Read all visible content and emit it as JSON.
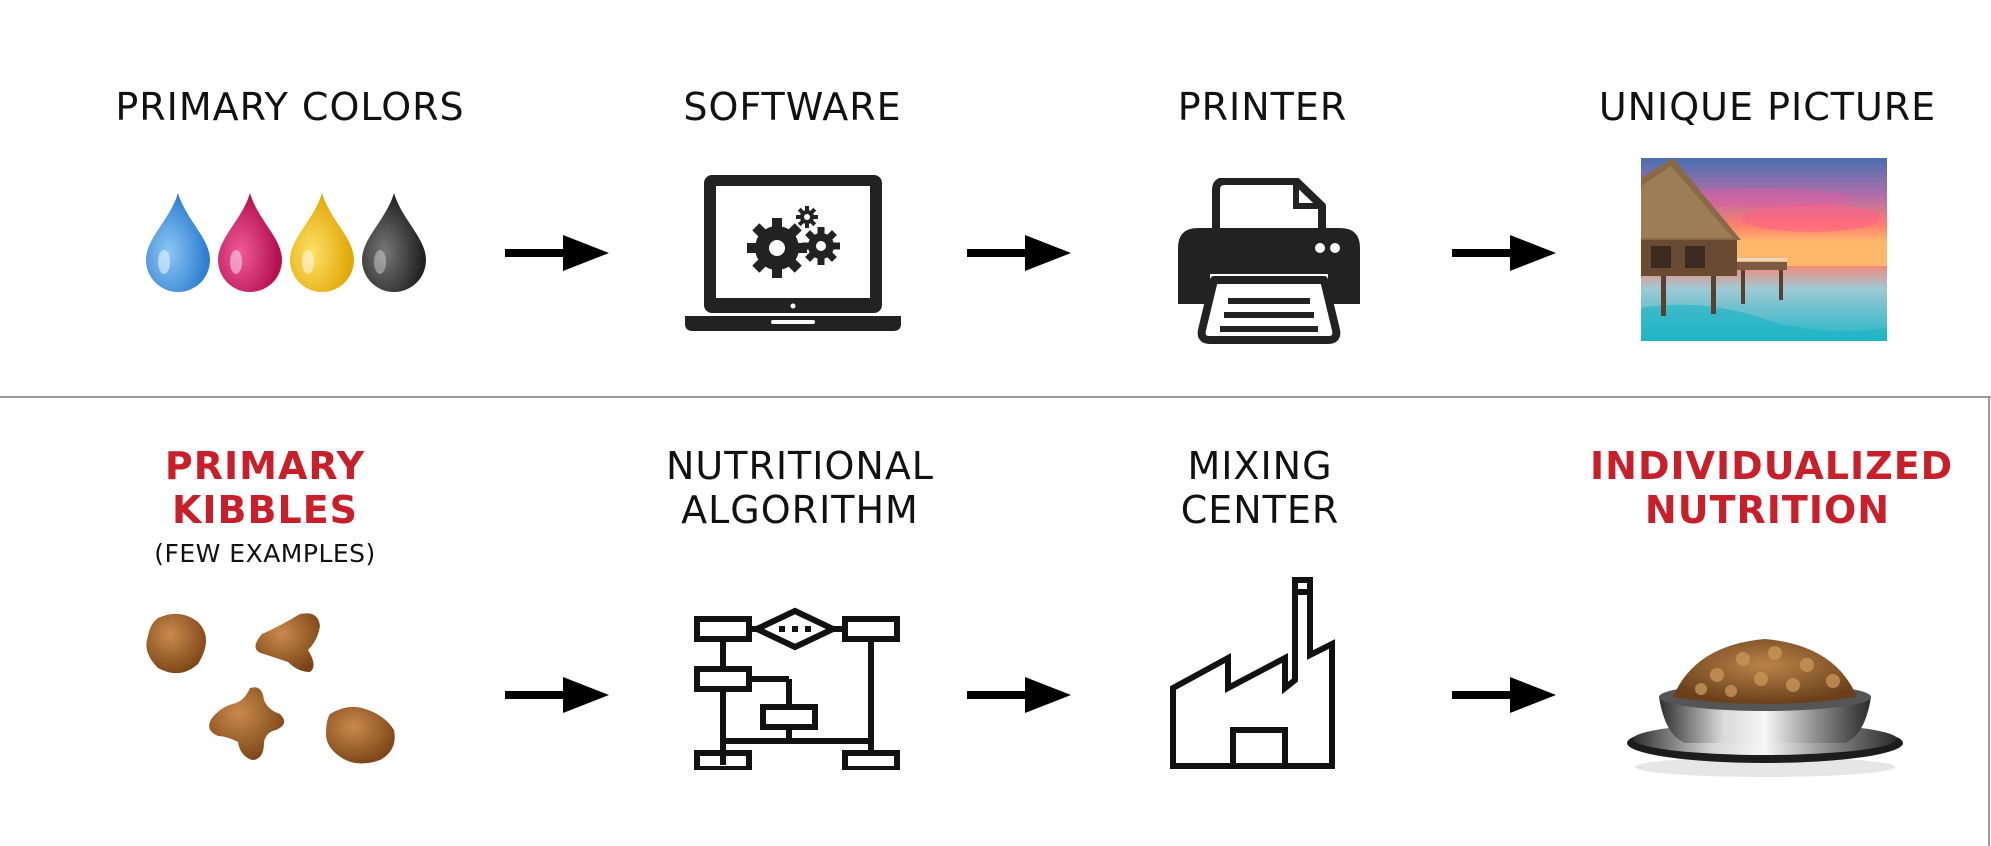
{
  "top_row": {
    "steps": [
      {
        "label": "PRIMARY COLORS"
      },
      {
        "label": "SOFTWARE"
      },
      {
        "label": "PRINTER"
      },
      {
        "label": "UNIQUE PICTURE"
      }
    ]
  },
  "bottom_row": {
    "steps": [
      {
        "label_line1": "PRIMARY",
        "label_line2": "KIBBLES",
        "note": "(FEW EXAMPLES)"
      },
      {
        "label_line1": "NUTRITIONAL",
        "label_line2": "ALGORITHM"
      },
      {
        "label_line1": "MIXING",
        "label_line2": "CENTER"
      },
      {
        "label_line1": "INDIVIDUALIZED",
        "label_line2": "NUTRITION"
      }
    ]
  },
  "colors": {
    "highlight": "#c8202b",
    "ink_cyan": "#3d8fdc",
    "ink_magenta": "#d31a6c",
    "ink_yellow": "#f1c21b",
    "ink_black": "#3a3a3a",
    "kibble": "#9a5a25",
    "divider": "#9a9a9a"
  },
  "icons": [
    "ink-drops-icon",
    "laptop-gears-icon",
    "printer-icon",
    "beach-photo",
    "kibbles-icon",
    "flowchart-icon",
    "factory-icon",
    "food-bowl-icon",
    "arrow-right-icon"
  ]
}
